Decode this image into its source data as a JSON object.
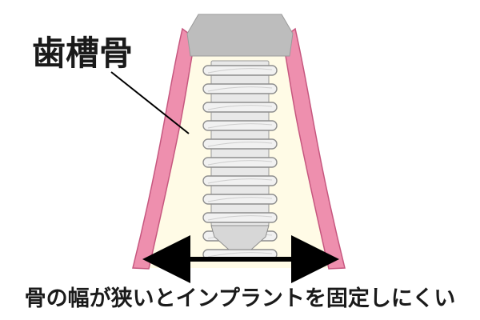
{
  "diagram": {
    "bone_label": "歯槽骨",
    "caption": "骨の幅が狭いとインプラントを固定しにくい",
    "colors": {
      "gum": "#ee8fae",
      "gum_outline": "#c6577f",
      "bone_fill": "#fffbe6",
      "abutment": "#bdbdbd",
      "abutment_outline": "#9a9a9a",
      "thread": "#f1f1f1",
      "thread_outline": "#8e8e8e",
      "arrow": "#000000"
    },
    "icons": {
      "arrow": "double-headed-arrow"
    }
  }
}
